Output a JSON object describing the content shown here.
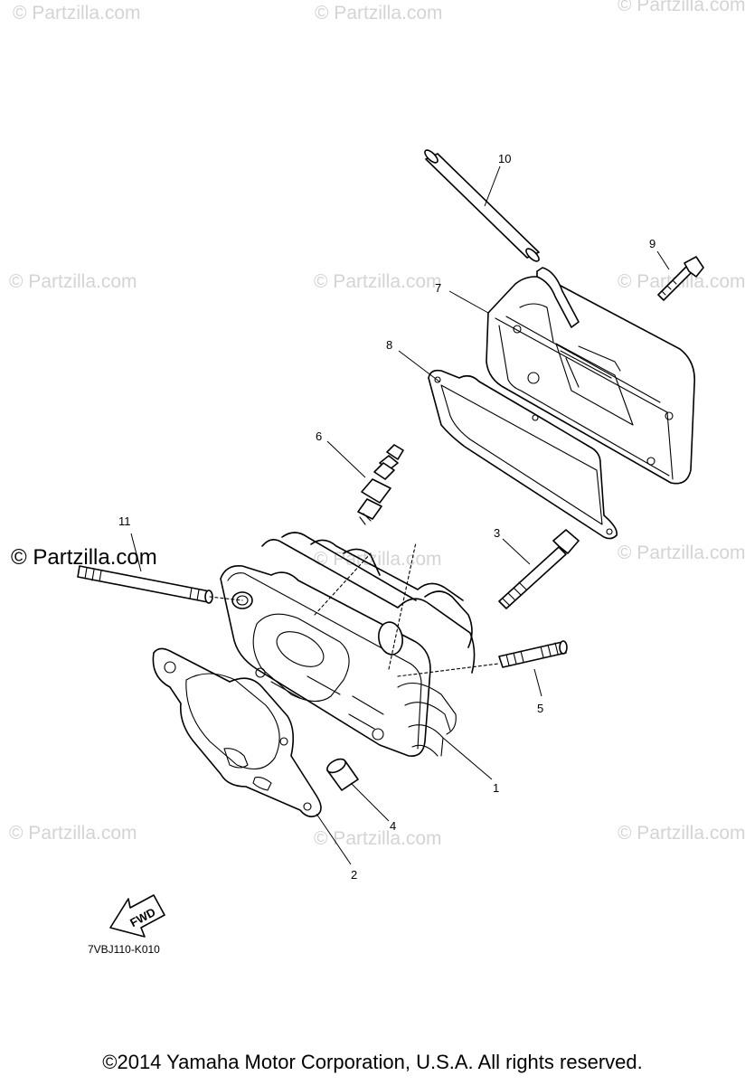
{
  "watermarks": [
    "© Partzilla.com",
    "© Partzilla.com",
    "© Partzilla.com",
    "© Partzilla.com",
    "© Partzilla.com",
    "© Partzilla.com",
    "© Partzilla.com",
    "© Partzilla.com",
    "© Partzilla.com",
    "© Partzilla.com",
    "© Partzilla.com"
  ],
  "watermark_bold": "© Partzilla.com",
  "callouts": {
    "c1": "1",
    "c2": "2",
    "c3": "3",
    "c4": "4",
    "c5": "5",
    "c6": "6",
    "c7": "7",
    "c8": "8",
    "c9": "9",
    "c10": "10",
    "c11": "11"
  },
  "fwd_label": "FWD",
  "diagram_code": "7VBJ110-K010",
  "copyright": "©2014  Yamaha Motor Corporation, U.S.A. All rights reserved."
}
